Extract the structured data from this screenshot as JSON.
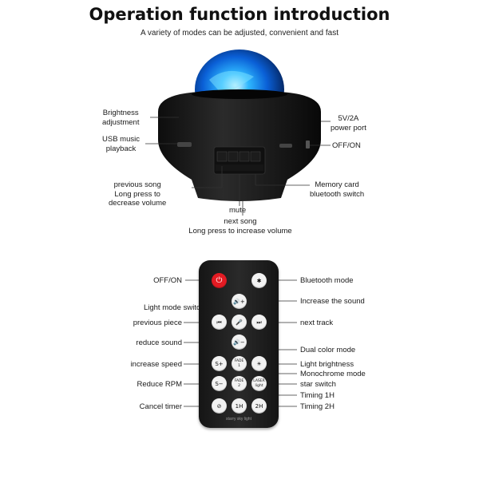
{
  "header": {
    "title": "Operation function introduction",
    "subtitle": "A variety of modes can be adjusted, convenient and fast"
  },
  "device_labels": {
    "brightness": [
      "Brightness",
      "adjustment"
    ],
    "usb_music": [
      "USB music",
      "playback"
    ],
    "previous_song": [
      "previous song",
      "Long press to",
      "decrease volume"
    ],
    "mute": "mute",
    "next_song": [
      "next song",
      "Long press to increase volume"
    ],
    "power_port": [
      "5V/2A",
      "power port"
    ],
    "off_on": "OFF/ON",
    "memory_card": [
      "Memory card",
      "bluetooth switch"
    ]
  },
  "remote_labels": {
    "off_on": "OFF/ON",
    "light_mode_switch": "Light mode switch",
    "previous_piece": "previous piece",
    "reduce_sound": "reduce sound",
    "increase_speed": "increase speed",
    "reduce_rpm": "Reduce RPM",
    "cancel_timer": "Cancel timer",
    "bluetooth_mode": "Bluetooth mode",
    "increase_sound": "Increase the sound",
    "next_track": "next track",
    "dual_color_mode": "Dual color mode",
    "light_brightness": "Light brightness",
    "monochrome_mode": "Monochrome mode",
    "star_switch": "star switch",
    "timing_1h": "Timing 1H",
    "timing_2h": "Timing 2H"
  },
  "remote_buttons": {
    "power": "⏻",
    "bluetooth": "✱",
    "vol_up": "🔊+",
    "prev": "⏮",
    "mic": "🎤",
    "next": "⏭",
    "vol_down": "🔊−",
    "s_plus": "S+",
    "fade1": [
      "FADE",
      "1"
    ],
    "sun": "☀",
    "s_minus": "S−",
    "fade2": [
      "FADE",
      "2"
    ],
    "laser": [
      "LASER",
      "light"
    ],
    "cancel": "⊘",
    "t1h": "1H",
    "t2h": "2H",
    "footer": "starry sky light"
  },
  "colors": {
    "power_button": "#e31b23",
    "remote_body": "#1e1e1e",
    "dome_glow": "#1ea7ff"
  }
}
